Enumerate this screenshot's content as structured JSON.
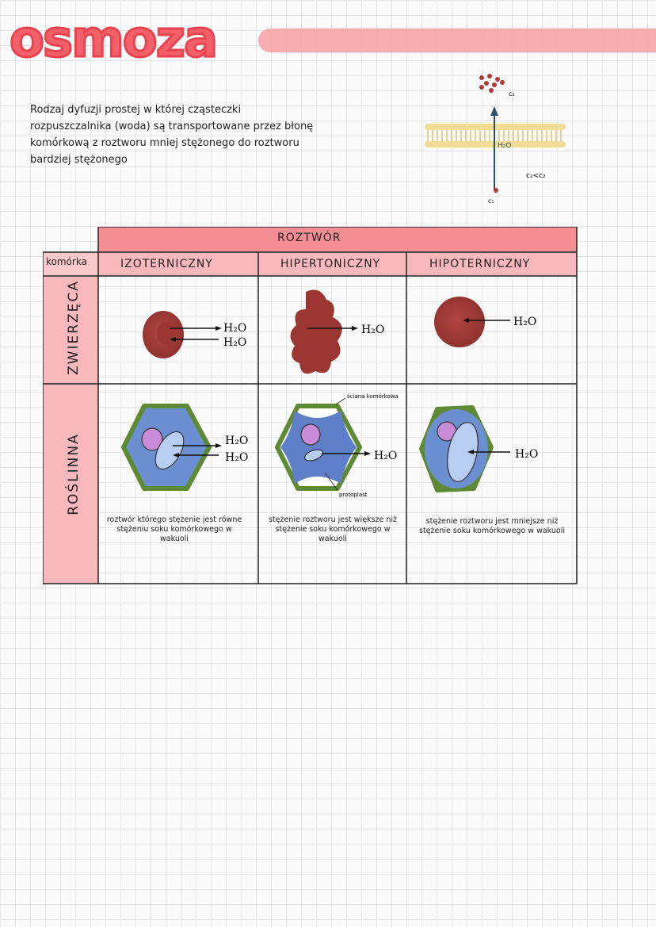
{
  "title": "osmoza",
  "definition": "Rodzaj dyfuzji prostej w której cząsteczki rozpuszczalnika (woda) są transportowane przez błonę komórkową z roztworu mniej stężonego do roztworu bardziej stężonego",
  "diagram": {
    "c1": "c₁",
    "c2": "c₂",
    "water": "H₂O",
    "inequality": "c₁<c₂"
  },
  "table": {
    "roztwor": "ROZTWÓR",
    "komorka": "komórka",
    "columns": [
      "IZOTERNICZNY",
      "HIPERTONICZNY",
      "HIPOTERNICZNY"
    ],
    "rows": [
      "ZWIERZĘCA",
      "ROŚLINNA"
    ],
    "water": "H₂O",
    "labels": {
      "wall": "ściana komórkowa",
      "protoplast": "protoplast"
    },
    "notes": [
      "roztwór którego stężenie jest równe stężeniu soku komórkowego w wakuoli",
      "stężenie roztworu jest większe niż stężenie soku komórkowego w wakuoli",
      "stężenie roztworu jest mniejsze niż stężenie soku komórkowego w wakuoli"
    ]
  },
  "colors": {
    "title": "#f4606a",
    "highlight": "#f58e94",
    "red_cell": "#9e3a37",
    "plant_wall": "#5e8a35",
    "cytoplasm": "#6b8fd0",
    "vacuole": "#b7cdf2",
    "nucleus": "#c98ad8"
  }
}
